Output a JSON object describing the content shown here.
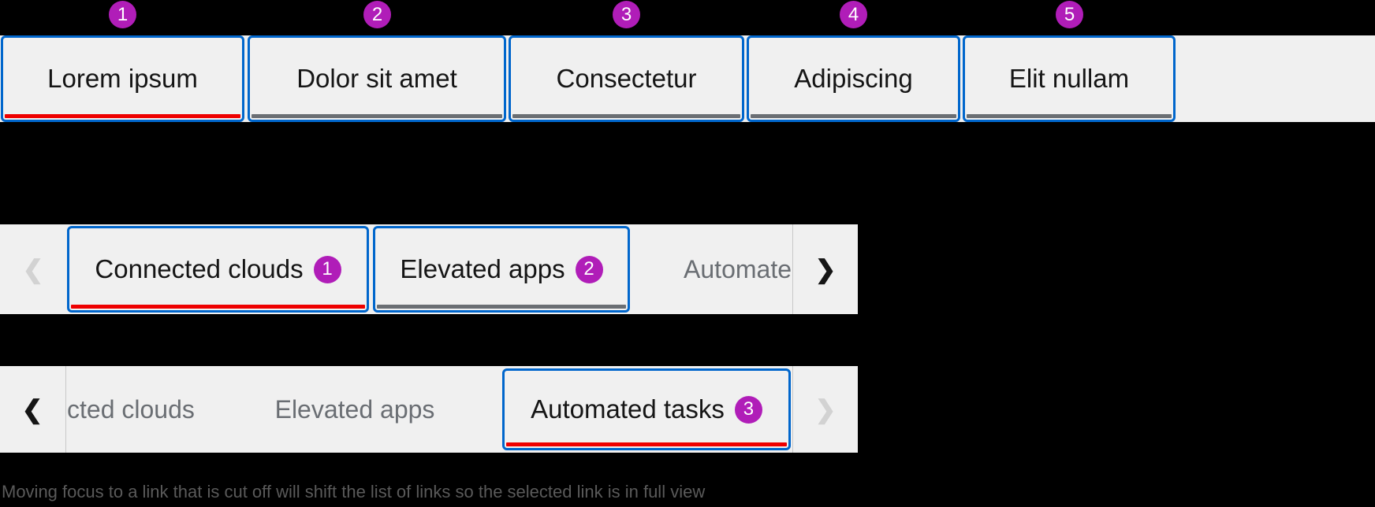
{
  "colors": {
    "page_background": "#000000",
    "bar_background": "#f0f0f0",
    "focus_border_blue": "#0066cc",
    "selected_underline_red": "#ee0000",
    "unselected_underline_gray": "#6a6e73",
    "annotation_badge_magenta": "#b01db8",
    "muted_link_text": "#6a6e73",
    "active_text": "#151515",
    "disabled_chevron": "#d2d2d2",
    "caption_text": "#5a5a5a"
  },
  "icons": {
    "chevron_left": "❮",
    "chevron_right": "❯"
  },
  "example_basic": {
    "tabs": [
      {
        "label": "Lorem ipsum",
        "annotation": "1",
        "selected": "true"
      },
      {
        "label": "Dolor sit amet",
        "annotation": "2",
        "selected": "false"
      },
      {
        "label": "Consectetur",
        "annotation": "3",
        "selected": "false"
      },
      {
        "label": "Adipiscing",
        "annotation": "4",
        "selected": "false"
      },
      {
        "label": "Elit nullam",
        "annotation": "5",
        "selected": "false"
      }
    ]
  },
  "example_overflow_start": {
    "tabs": [
      {
        "label": "Connected clouds",
        "badge": "1",
        "selected": "true"
      },
      {
        "label": "Elevated apps",
        "badge": "2",
        "selected": "false"
      }
    ],
    "cutoff_link": "Automate"
  },
  "example_overflow_end": {
    "cutoff_link": "cted clouds",
    "link": "Elevated apps",
    "selected_tab": {
      "label": "Automated tasks",
      "badge": "3"
    }
  },
  "caption": "Moving focus to a link that is cut off will shift the list of links so the selected link is in full view"
}
